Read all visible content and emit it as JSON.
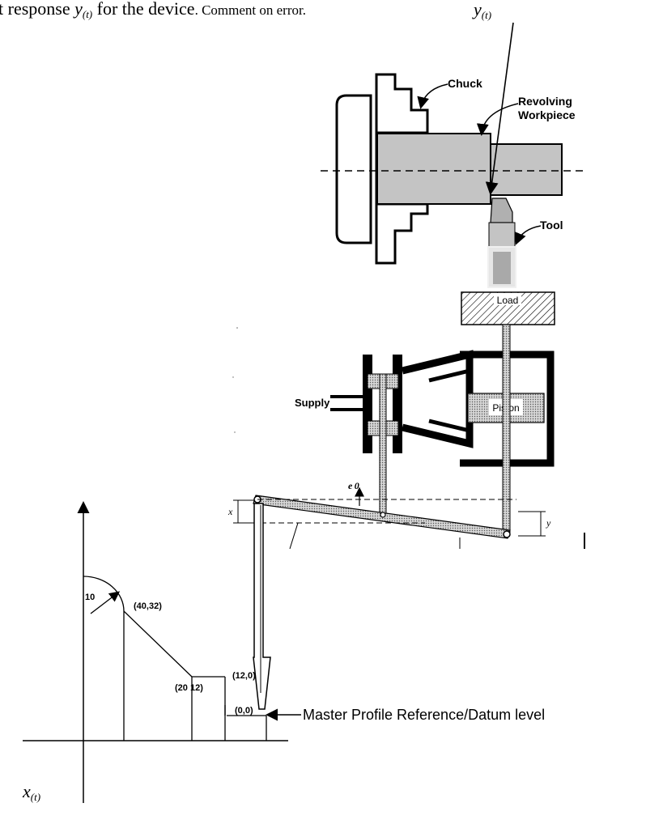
{
  "header": {
    "text_prefix": "t response ",
    "var_y": "y",
    "var_t": "(t)",
    "text_main": " for the device",
    "text_tail": ". Comment on error.",
    "top_label_var": "y",
    "top_label_sub": "(t)"
  },
  "lathe": {
    "chuck": "Chuck",
    "revolving_1": "Revolving",
    "revolving_2": "Workpiece",
    "tool": "Tool",
    "load": "Load"
  },
  "servo": {
    "supply": "Supply",
    "piston": "Piston",
    "error": "e 0",
    "x_label": "x",
    "y_label": "y"
  },
  "profile": {
    "radius": "10",
    "pt_40_32": "(40,32)",
    "pt_20_12": "(20 12)",
    "pt_12_0": "(12,0)",
    "pt_0_0": "(0,0)",
    "datum": "Master Profile Reference/Datum level",
    "x_axis_var": "x",
    "x_axis_sub": "(t)"
  },
  "colors": {
    "metal": "#c4c4c4",
    "ink": "#000000",
    "rod": "#b9b9b9"
  }
}
